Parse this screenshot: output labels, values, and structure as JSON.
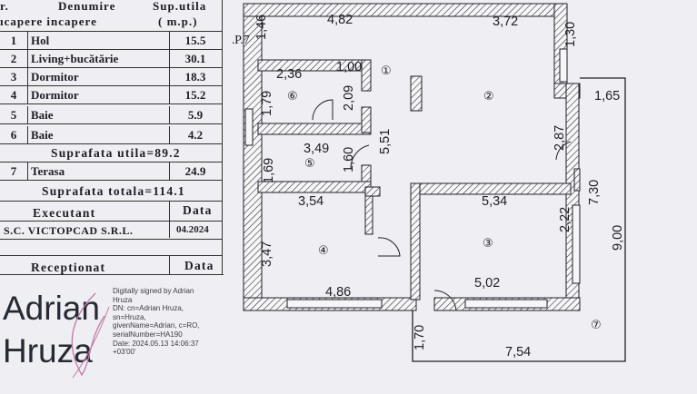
{
  "table": {
    "header": {
      "col1_line1": "r.",
      "col2_line1": "Denumire",
      "col3_line1": "Sup.utila",
      "col2_line2": "ıcapere incapere",
      "col3_line2": "( m.p.)"
    },
    "rooms": [
      {
        "num": "1",
        "name": "Hol",
        "area": "15.5"
      },
      {
        "num": "2",
        "name": "Living+bucătărie",
        "area": "30.1"
      },
      {
        "num": "3",
        "name": "Dormitor",
        "area": "18.3"
      },
      {
        "num": "4",
        "name": "Dormitor",
        "area": "15.2"
      },
      {
        "num": "5",
        "name": "Baie",
        "area": "5.9"
      },
      {
        "num": "6",
        "name": "Baie",
        "area": "4.2"
      }
    ],
    "suprafata_utila": "Suprafata utila=89.2",
    "terrace": {
      "num": "7",
      "name": "Terasa",
      "area": "24.9"
    },
    "suprafata_totala": "Suprafata totala=114.1",
    "executant_label": "Executant",
    "data_label": "Data",
    "company": "S.C. VICTOPCAD S.R.L.",
    "date": "04.2024",
    "receptionat_label": "Receptionat",
    "data_label_2": "Data"
  },
  "signature": {
    "first_name": "Adrian",
    "last_name": "Hruza",
    "details": "Digitally signed by Adrian\nHruza\nDN: cn=Adrian Hruza,\nsn=Hruza,\ngivenName=Adrian, c=RO,\nserialNumber=HA190\nDate: 2024.05.13 14:06:37\n+03'00'"
  },
  "plan": {
    "apartment_label": "AP.7",
    "room_numbers": [
      "①",
      "②",
      "③",
      "④",
      "⑤",
      "⑥",
      "⑦"
    ],
    "dimensions": {
      "d_4_82": "4,82",
      "d_3_72": "3,72",
      "d_1_46": "1,46",
      "d_1_30": "1,30",
      "d_2_36": "2,36",
      "d_1_00": "1,00",
      "d_1_79": "1,79",
      "d_2_09": "2,09",
      "d_1_65": "1,65",
      "d_5_51": "5,51",
      "d_3_49": "3,49",
      "d_2_87": "2,87",
      "d_1_69": "1,69",
      "d_1_60": "1,60",
      "d_7_30": "7,30",
      "d_3_54": "3,54",
      "d_5_34": "5,34",
      "d_2_22": "2,22",
      "d_9_00": "9,00",
      "d_3_47": "3,47",
      "d_4_86": "4,86",
      "d_5_02": "5,02",
      "d_1_70": "1,70",
      "d_7_54": "7,54"
    }
  }
}
